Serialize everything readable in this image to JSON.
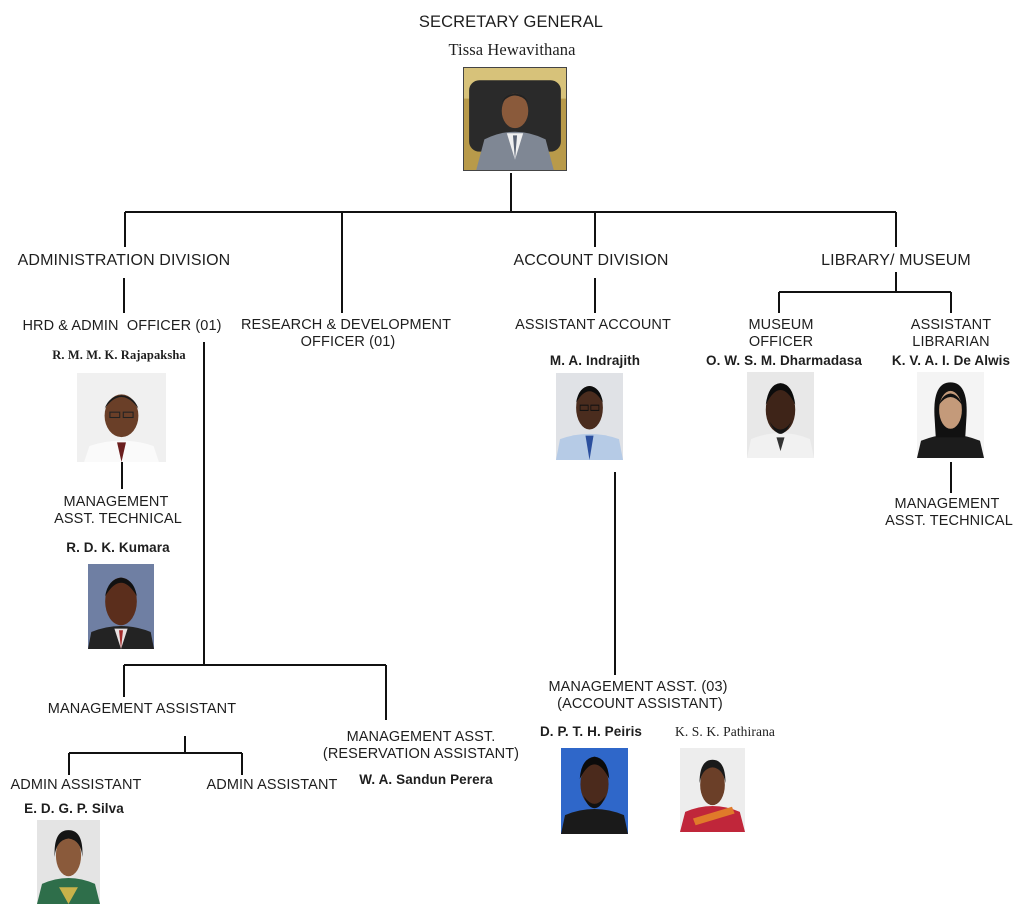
{
  "chart": {
    "root": {
      "title": "SECRETARY GENERAL",
      "name": "Tissa Hewavithana"
    },
    "admin_division": {
      "title": "ADMINISTRATION DIVISION"
    },
    "hrd_admin": {
      "title": "HRD & ADMIN  OFFICER (01)",
      "name": "R. M. M. K. Rajapaksha"
    },
    "mgmt_tech_admin": {
      "title_l1": "MANAGEMENT",
      "title_l2": "ASST. TECHNICAL",
      "name": "R. D. K. Kumara"
    },
    "management_assistant": {
      "title": "MANAGEMENT ASSISTANT"
    },
    "admin_asst_1": {
      "title": "ADMIN ASSISTANT",
      "name": "E. D. G. P. Silva"
    },
    "admin_asst_2": {
      "title": "ADMIN ASSISTANT"
    },
    "mgmt_reservation": {
      "title_l1": "MANAGEMENT ASST.",
      "title_l2": "(RESERVATION ASSISTANT)",
      "name": "W. A. Sandun Perera"
    },
    "research": {
      "title_l1": "RESEARCH & DEVELOPMENT",
      "title_l2": "OFFICER (01)"
    },
    "account_division": {
      "title": "ACCOUNT DIVISION"
    },
    "asst_account": {
      "title": "ASSISTANT ACCOUNT",
      "name": "M. A. Indrajith"
    },
    "mgmt_account": {
      "title_l1": "MANAGEMENT ASST. (03)",
      "title_l2": "(ACCOUNT ASSISTANT)",
      "name_1": "D. P. T. H. Peiris",
      "name_2": "K. S. K. Pathirana"
    },
    "library": {
      "title": "LIBRARY/ MUSEUM"
    },
    "museum_officer": {
      "title_l1": "MUSEUM",
      "title_l2": "OFFICER",
      "name": "O. W. S. M. Dharmadasa"
    },
    "asst_librarian": {
      "title_l1": "ASSISTANT",
      "title_l2": "LIBRARIAN",
      "name": "K. V. A. I. De Alwis"
    },
    "mgmt_tech_library": {
      "title_l1": "MANAGEMENT",
      "title_l2": "ASST. TECHNICAL"
    }
  },
  "colors": {
    "line": "#111111",
    "text": "#1e1e1e"
  }
}
